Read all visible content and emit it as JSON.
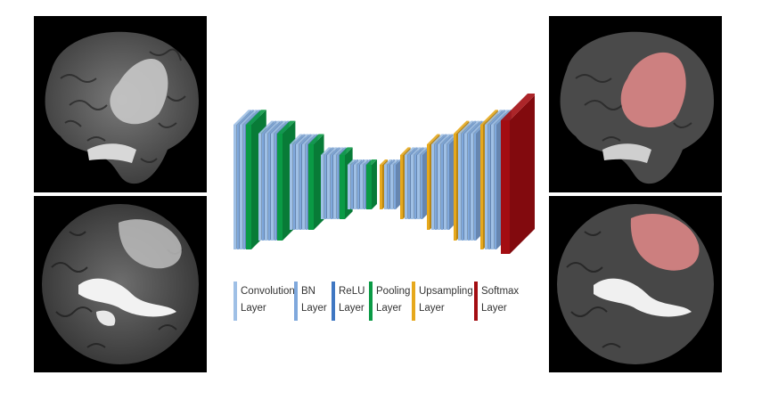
{
  "legend": {
    "items": [
      {
        "line1": "Convolution",
        "line2": "Layer",
        "color": "#9fc0e6"
      },
      {
        "line1": "BN",
        "line2": "Layer",
        "color": "#7fa8dc"
      },
      {
        "line1": "ReLU",
        "line2": "Layer",
        "color": "#3f77c2"
      },
      {
        "line1": "Pooling",
        "line2": "Layer",
        "color": "#0a9a45"
      },
      {
        "line1": "Upsampling",
        "line2": "Layer",
        "color": "#e6a81c"
      },
      {
        "line1": "Softmax",
        "line2": "Layer",
        "color": "#a30d12"
      }
    ]
  },
  "panels": {
    "left_top": "sagittal-mri-slice",
    "left_bottom": "axial-mri-slice",
    "right_top": "sagittal-mri-slice-segmented",
    "right_bottom": "axial-mri-slice-segmented"
  },
  "colors": {
    "tumor_overlay": "#e48a8a",
    "conv": "#9fc0e6",
    "bn": "#7fa8dc",
    "relu": "#3f77c2",
    "pool": "#0a9a45",
    "upsample": "#e6a81c",
    "softmax": "#a30d12"
  }
}
